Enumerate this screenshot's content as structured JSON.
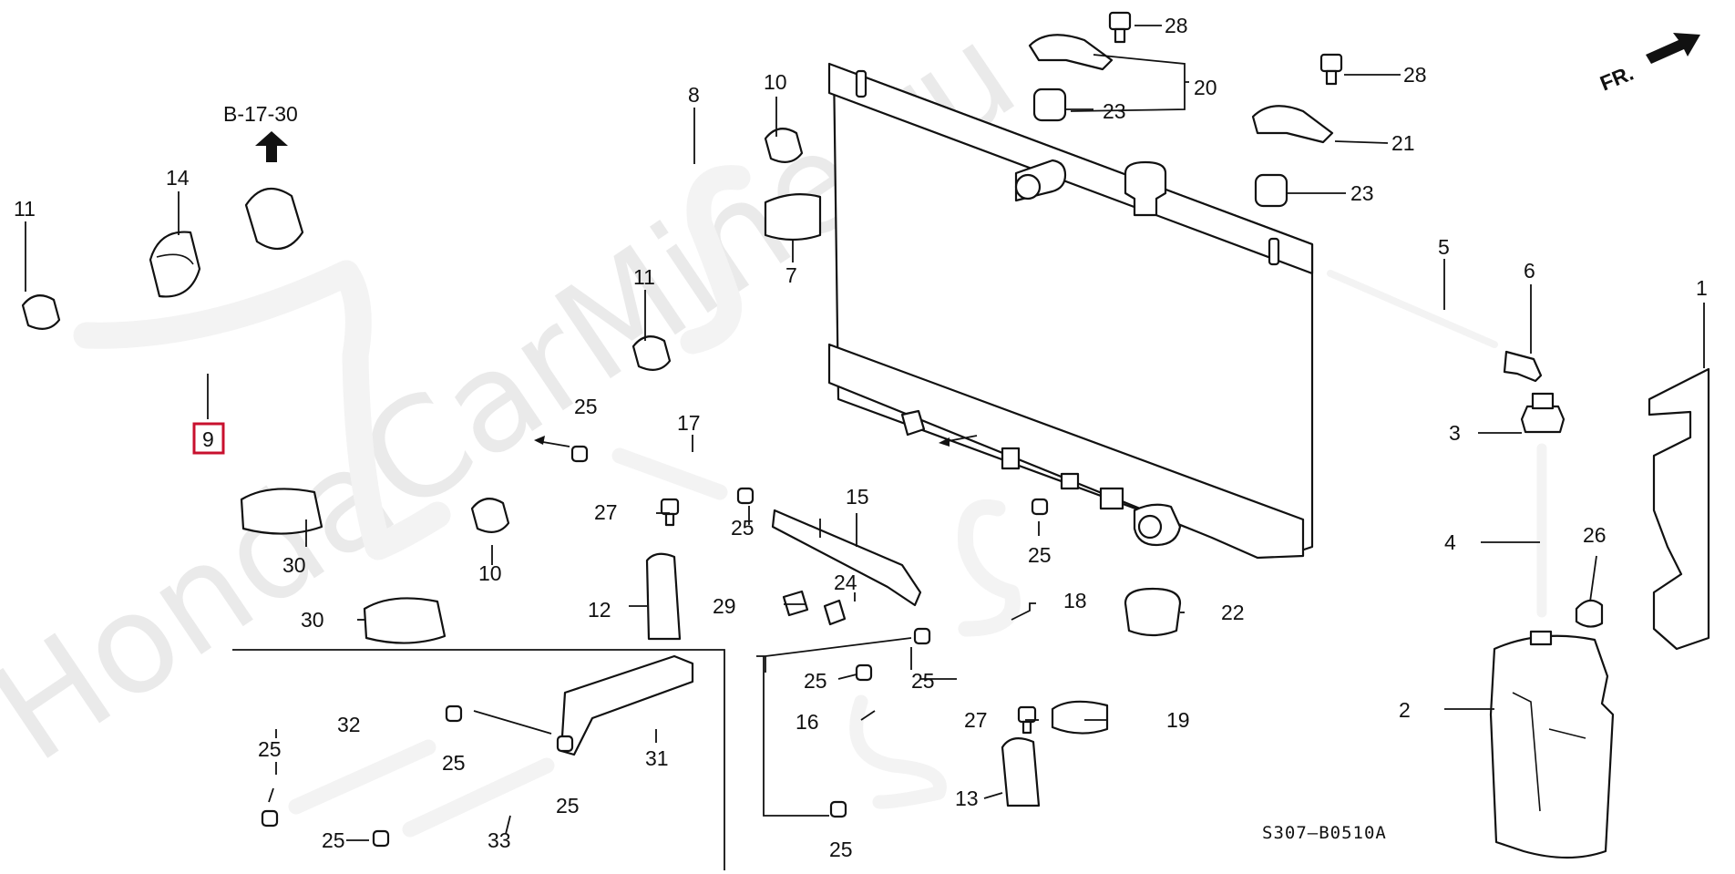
{
  "watermark": "HondaCarMine.ru",
  "reference": "B-17-30",
  "direction": "FR.",
  "diagram_code": "S307–B0510A",
  "highlight_color": "#c8102e",
  "callouts": {
    "c1": "1",
    "c2": "2",
    "c3": "3",
    "c4": "4",
    "c5": "5",
    "c6": "6",
    "c7": "7",
    "c8": "8",
    "c9": "9",
    "c10a": "10",
    "c10b": "10",
    "c11a": "11",
    "c11b": "11",
    "c12": "12",
    "c13": "13",
    "c14": "14",
    "c15": "15",
    "c16": "16",
    "c17": "17",
    "c18": "18",
    "c19": "19",
    "c20": "20",
    "c21": "21",
    "c22": "22",
    "c23a": "23",
    "c23b": "23",
    "c24": "24",
    "c25a": "25",
    "c25b": "25",
    "c25c": "25",
    "c25d": "25",
    "c25e": "25",
    "c25f": "25",
    "c25g": "25",
    "c25h": "25",
    "c25i": "25",
    "c25j": "25",
    "c26": "26",
    "c27a": "27",
    "c27b": "27",
    "c28a": "28",
    "c28b": "28",
    "c29": "29",
    "c30a": "30",
    "c30b": "30",
    "c31": "31",
    "c32": "32",
    "c33": "33"
  }
}
